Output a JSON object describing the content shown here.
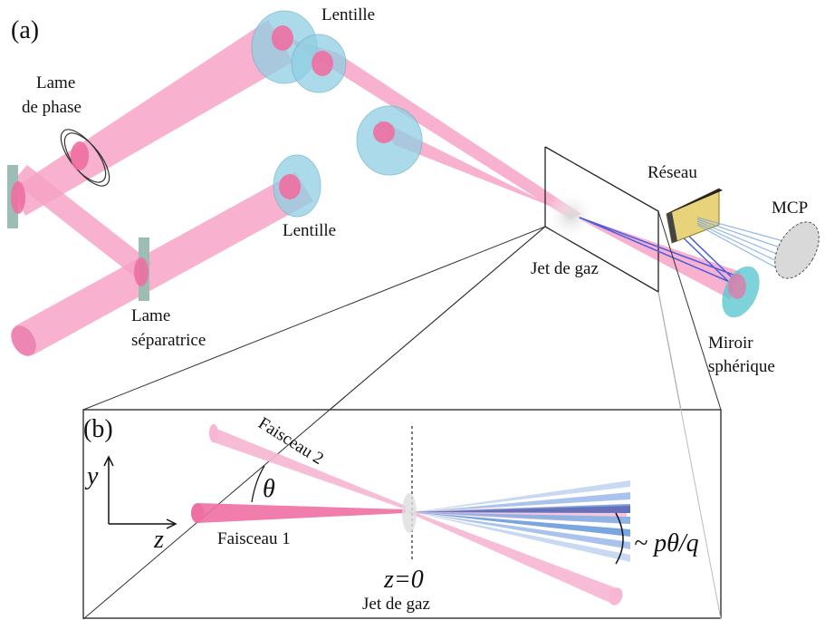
{
  "panel_a_label": "(a)",
  "panel_b_label": "(b)",
  "labels": {
    "lentille_top": "Lentille",
    "lentille_bottom": "Lentille",
    "lame_de_phase_1": "Lame",
    "lame_de_phase_2": "de phase",
    "lame_separatrice_1": "Lame",
    "lame_separatrice_2": "séparatrice",
    "jet_de_gaz_a": "Jet de gaz",
    "reseau": "Réseau",
    "mcp": "MCP",
    "miroir_1": "Miroir",
    "miroir_2": "sphérique",
    "faisceau_1": "Faisceau 1",
    "faisceau_2": "Faisceau 2",
    "z0": "z=0",
    "jet_de_gaz_b": "Jet de gaz",
    "axis_y": "y",
    "axis_z": "z",
    "theta": "θ",
    "divergence": "~ pθ/q"
  },
  "colors": {
    "beam": "#f7a3c6",
    "beam_core": "#ee6fa2",
    "lens": "#8fcfe3",
    "harmonic": "#7aa6e0",
    "grating": "#e8d27a",
    "mcp": "#d9d9d9",
    "mirror": "#5cc8cf"
  }
}
